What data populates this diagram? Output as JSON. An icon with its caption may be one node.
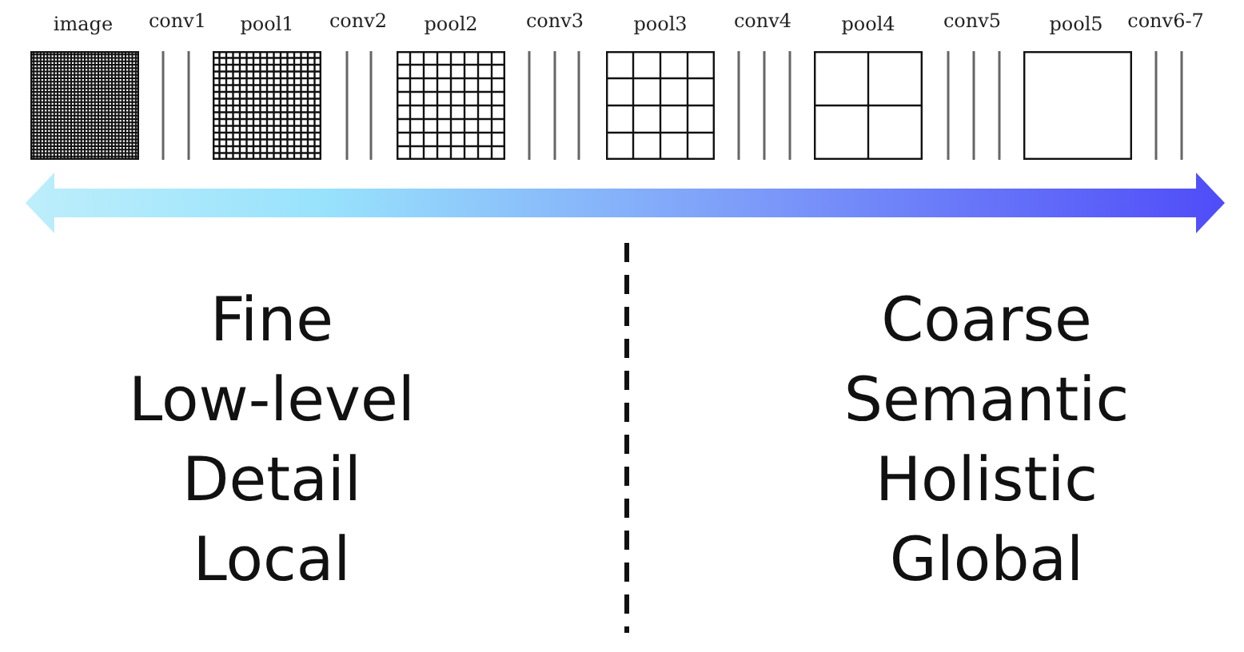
{
  "diagram": {
    "labels": [
      "image",
      "conv1",
      "pool1",
      "conv2",
      "pool2",
      "conv3",
      "pool3",
      "conv4",
      "pool4",
      "conv5",
      "pool5",
      "conv6-7",
      "Fine",
      "Low-level",
      "Detail",
      "Local",
      "Coarse",
      "Semantic",
      "Holistic",
      "Global"
    ]
  }
}
